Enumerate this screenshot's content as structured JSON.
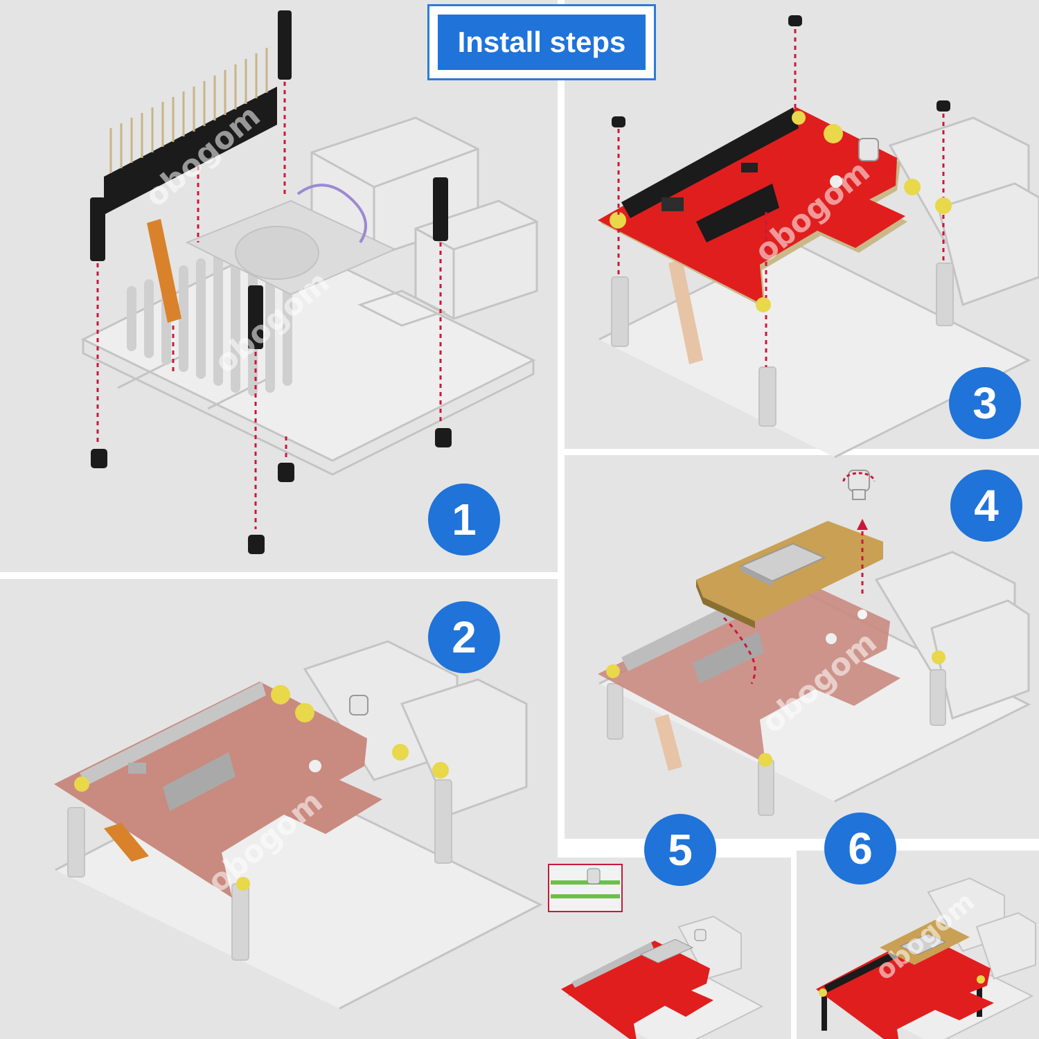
{
  "title": "Install steps",
  "watermark": "obogom",
  "steps": [
    {
      "number": "1"
    },
    {
      "number": "2"
    },
    {
      "number": "3"
    },
    {
      "number": "4"
    },
    {
      "number": "5"
    },
    {
      "number": "6"
    }
  ],
  "colors": {
    "badge_blue": "#1f73d9",
    "panel_gray": "#e4e4e4",
    "board_red": "#e01e1e",
    "board_faded_red": "#c98a80",
    "standoff_black": "#1b1b1b",
    "screw_hole_yellow": "#e8d84a",
    "guide_line_red": "#c8183a",
    "ribbon_orange": "#d9822b",
    "ssd_gold": "#c9a054"
  }
}
